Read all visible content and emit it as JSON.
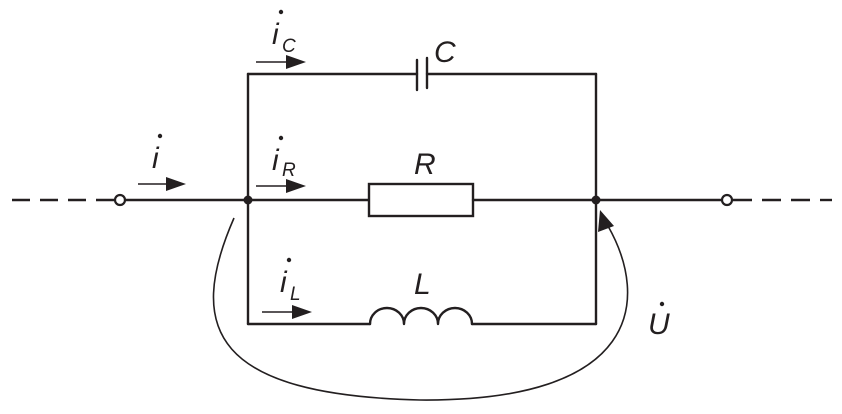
{
  "labels": {
    "i_total": "i",
    "i_c_main": "i",
    "i_c_sub": "C",
    "i_r_main": "i",
    "i_r_sub": "R",
    "i_l_main": "i",
    "i_l_sub": "L",
    "capacitor": "C",
    "resistor": "R",
    "inductor": "L",
    "voltage": "U"
  },
  "colors": {
    "ink": "#231f20",
    "background": "#ffffff"
  }
}
